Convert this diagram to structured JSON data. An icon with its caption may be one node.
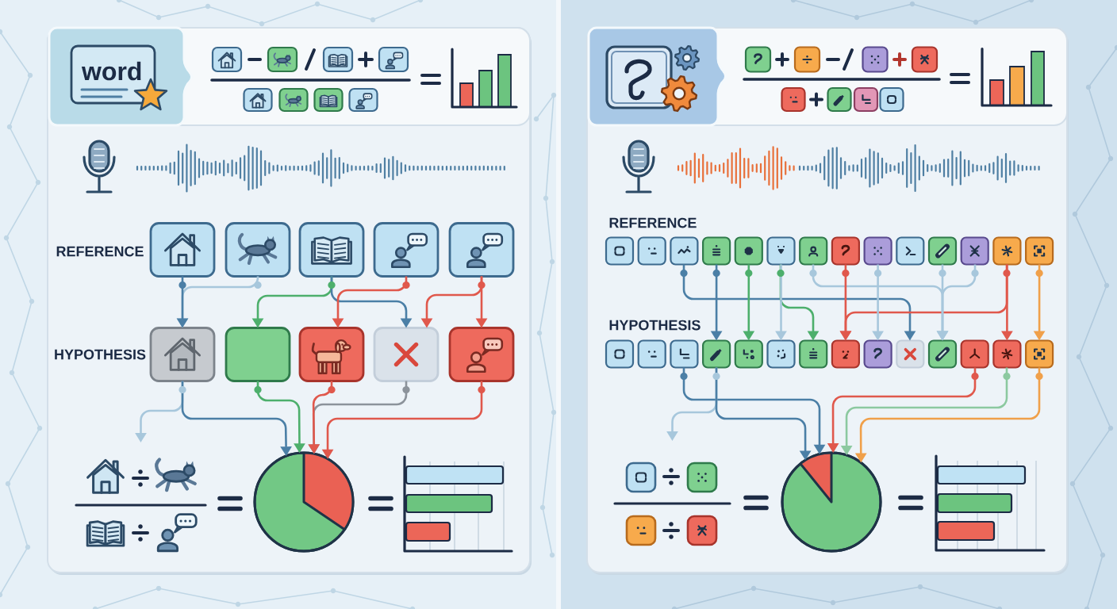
{
  "diagram": {
    "nodes": [
      {
        "text": [
          "REFERENCE",
          "HYPOTHESIS"
        ]
      },
      {
        "text": [
          "word"
        ],
        "in": 0
      },
      {
        "text": [],
        "shape": "box",
        "in": 0
      },
      {
        "text": [],
        "shape": "box",
        "in": 0
      },
      {
        "text": [],
        "shape": "box",
        "in": 0
      },
      {
        "text": [],
        "shape": "box",
        "in": 0
      },
      {
        "text": [],
        "shape": "box",
        "in": 0
      },
      {
        "text": [],
        "shape": "box",
        "in": 0
      },
      {
        "text": [],
        "shape": "box",
        "in": 0
      },
      {
        "text": [],
        "shape": "box",
        "in": 0
      },
      {
        "text": [],
        "shape": "box",
        "in": 0
      },
      {
        "text": [],
        "shape": "box",
        "in": 0
      },
      {
        "text": [],
        "shape": "picture",
        "in": 0
      },
      {
        "text": [],
        "shape": "circle",
        "in": 0
      },
      {
        "text": [
          "REFERENCE",
          "HYPOTHESIS"
        ]
      },
      {
        "text": [],
        "shape": "box",
        "in": 14
      },
      {
        "text": [],
        "shape": "box",
        "in": 14
      },
      {
        "text": [],
        "shape": "box",
        "in": 14
      },
      {
        "text": [],
        "shape": "box",
        "in": 14
      },
      {
        "text": [],
        "shape": "box",
        "in": 14
      },
      {
        "text": [],
        "shape": "box",
        "in": 14
      },
      {
        "text": [],
        "shape": "box",
        "in": 14
      },
      {
        "text": [],
        "shape": "box",
        "in": 14
      },
      {
        "text": [],
        "shape": "box",
        "in": 14
      },
      {
        "text": [],
        "shape": "box",
        "in": 14
      },
      {
        "text": [],
        "shape": "box",
        "in": 14
      },
      {
        "text": [],
        "shape": "box",
        "in": 14
      },
      {
        "text": [],
        "shape": "box",
        "in": 14
      },
      {
        "text": [],
        "shape": "box",
        "in": 14
      },
      {
        "text": [],
        "shape": "box",
        "in": 14
      },
      {
        "text": [],
        "shape": "box",
        "in": 14
      },
      {
        "text": [],
        "shape": "box",
        "in": 14
      },
      {
        "text": [],
        "shape": "box",
        "in": 14
      },
      {
        "text": [],
        "shape": "box",
        "in": 14
      },
      {
        "text": [],
        "shape": "box",
        "in": 14
      },
      {
        "text": [],
        "shape": "box",
        "in": 14
      },
      {
        "text": [],
        "shape": "box",
        "in": 14
      },
      {
        "text": [],
        "shape": "box",
        "in": 14
      },
      {
        "text": [],
        "shape": "box",
        "in": 14
      },
      {
        "text": [],
        "shape": "box",
        "in": 14
      },
      {
        "text": [],
        "shape": "box",
        "in": 14
      },
      {
        "text": [],
        "shape": "box",
        "in": 14
      },
      {
        "text": [],
        "shape": "box",
        "in": 14
      },
      {
        "text": [],
        "shape": "picture",
        "in": 14
      },
      {
        "text": [],
        "shape": "circle",
        "in": 14
      }
    ],
    "edges": [
      {
        "from": 3,
        "to": 7,
        "arrow": "to",
        "color": "#a7c7dc"
      },
      {
        "from": 2,
        "to": 7,
        "arrow": "to",
        "color": "#4b7fa6"
      },
      {
        "from": 4,
        "to": 8,
        "arrow": "to",
        "color": "#4daf6c"
      },
      {
        "from": 4,
        "to": 10,
        "arrow": "to",
        "color": "#4b7fa6"
      },
      {
        "from": 5,
        "to": 9,
        "arrow": "to"
      },
      {
        "from": 6,
        "to": 10,
        "arrow": "to"
      },
      {
        "from": 6,
        "to": 11,
        "arrow": "to"
      },
      {
        "from": 7,
        "to": 12,
        "arrow": "to",
        "color": "#a7c7dc"
      },
      {
        "from": 7,
        "to": 13,
        "arrow": "to",
        "color": "#4b7fa6"
      },
      {
        "from": 8,
        "to": 13,
        "arrow": "to",
        "color": "#4daf6c"
      },
      {
        "from": 10,
        "to": 13,
        "arrow": "to",
        "color": "#8c939b"
      },
      {
        "from": 9,
        "to": 13,
        "arrow": "to"
      },
      {
        "from": 11,
        "to": 13,
        "arrow": "to"
      },
      {
        "from": 17,
        "to": 38,
        "arrow": "to",
        "color": "#4b7fa6"
      },
      {
        "from": 18,
        "to": 32,
        "arrow": "to",
        "color": "#4b7fa6"
      },
      {
        "from": 19,
        "to": 33,
        "arrow": "to",
        "color": "#4daf6c"
      },
      {
        "from": 20,
        "to": 35,
        "arrow": "to",
        "color": "#4daf6c"
      },
      {
        "from": 20,
        "to": 34,
        "arrow": "to",
        "color": "#a7c7dc"
      },
      {
        "from": 21,
        "to": 39,
        "arrow": "to",
        "color": "#a7c7dc"
      },
      {
        "from": 22,
        "to": 36,
        "arrow": "to"
      },
      {
        "from": 27,
        "to": 36,
        "arrow": "to"
      },
      {
        "from": 23,
        "to": 37,
        "arrow": "to",
        "color": "#a7c7dc"
      },
      {
        "from": 25,
        "to": 39,
        "arrow": "to",
        "color": "#a7c7dc"
      },
      {
        "from": 26,
        "to": 39,
        "arrow": "to",
        "color": "#a7c7dc"
      },
      {
        "from": 27,
        "to": 41,
        "arrow": "to"
      },
      {
        "from": 28,
        "to": 42,
        "arrow": "to",
        "color": "#f0a04a"
      },
      {
        "from": 31,
        "to": 44,
        "arrow": "to",
        "color": "#4b7fa6"
      },
      {
        "from": 32,
        "to": 43,
        "arrow": "to",
        "color": "#a7c7dc"
      },
      {
        "from": 32,
        "to": 44,
        "arrow": "to",
        "color": "#4b7fa6"
      },
      {
        "from": 40,
        "to": 44,
        "arrow": "to"
      },
      {
        "from": 41,
        "to": 44,
        "arrow": "to",
        "color": "#8cc9a0"
      },
      {
        "from": 42,
        "to": 44,
        "arrow": "to",
        "color": "#f0a04a"
      }
    ]
  }
}
